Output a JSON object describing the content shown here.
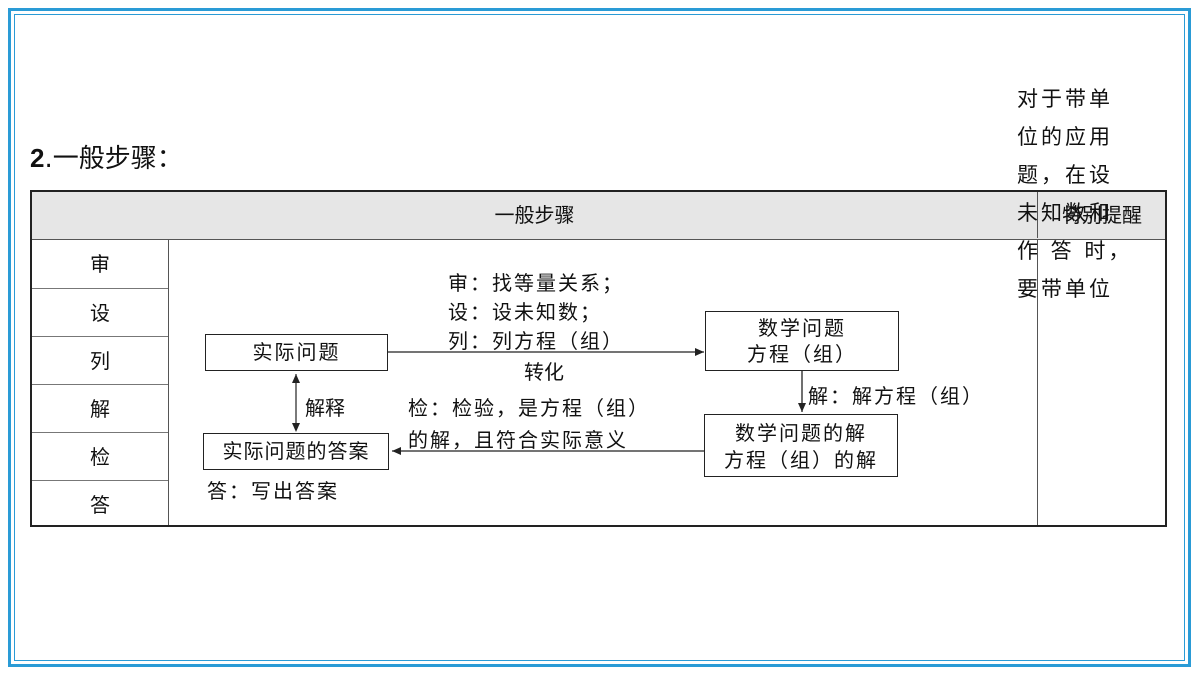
{
  "section": {
    "number": "2",
    "text": ".一般步骤："
  },
  "table": {
    "header_main": "一般步骤",
    "header_tips": "特别提醒",
    "steps": [
      "审",
      "设",
      "列",
      "解",
      "检",
      "答"
    ],
    "tips_lines": [
      "对于带单",
      "位的应用",
      "题，在设",
      "未知数和",
      "作 答 时，",
      "要带单位"
    ]
  },
  "flow": {
    "box_real_problem": "实际问题",
    "box_math_problem": [
      "数学问题",
      "方程（组）"
    ],
    "box_math_solution": [
      "数学问题的解",
      "方程（组）的解"
    ],
    "box_real_answer": "实际问题的答案",
    "transform_lines": [
      "审：找等量关系；",
      "设：设未知数；",
      "列：列方程（组）"
    ],
    "transform_label": "转化",
    "solve_label": "解：解方程（组）",
    "check_lines": [
      "检：检验，是方程（组）",
      "的解，且符合实际意义"
    ],
    "explain_label": "解释",
    "answer_label": "答：写出答案"
  }
}
